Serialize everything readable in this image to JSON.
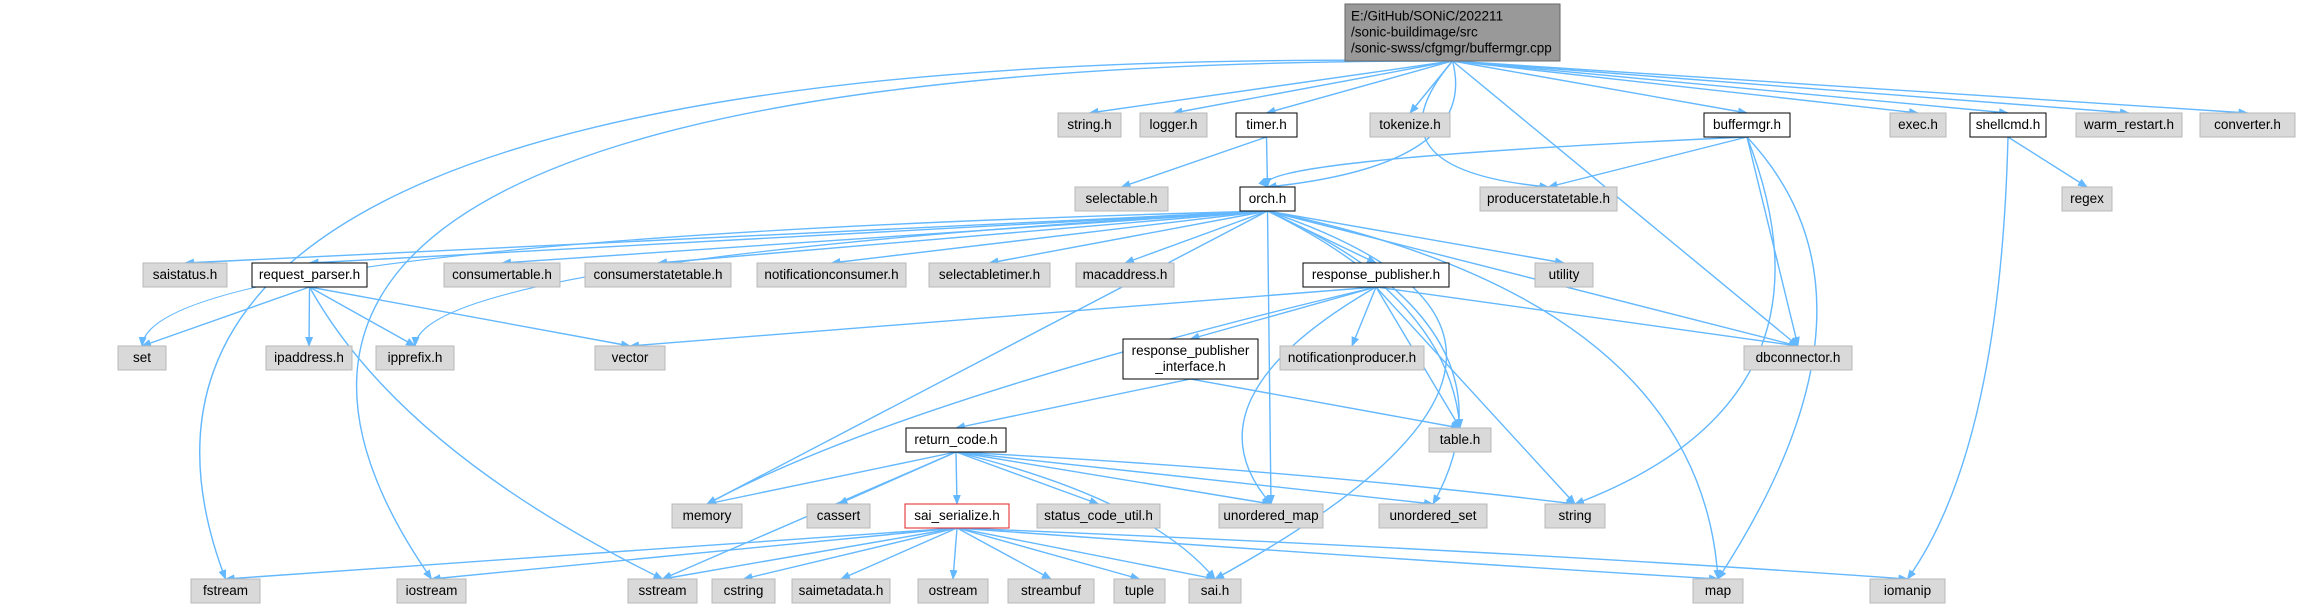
{
  "graph": {
    "root": {
      "label_lines": [
        "E:/GitHub/SONiC/202211",
        "/sonic-buildimage/src",
        "/sonic-swss/cfgmgr/buffermgr.cpp"
      ]
    },
    "nodes": [
      {
        "id": "string_h",
        "label": "string.h",
        "style": "gray"
      },
      {
        "id": "logger_h",
        "label": "logger.h",
        "style": "gray"
      },
      {
        "id": "timer_h",
        "label": "timer.h",
        "style": "white"
      },
      {
        "id": "tokenize_h",
        "label": "tokenize.h",
        "style": "gray"
      },
      {
        "id": "buffermgr_h",
        "label": "buffermgr.h",
        "style": "white"
      },
      {
        "id": "exec_h",
        "label": "exec.h",
        "style": "gray"
      },
      {
        "id": "shellcmd_h",
        "label": "shellcmd.h",
        "style": "white"
      },
      {
        "id": "warm_restart_h",
        "label": "warm_restart.h",
        "style": "gray"
      },
      {
        "id": "converter_h",
        "label": "converter.h",
        "style": "gray"
      },
      {
        "id": "selectable_h",
        "label": "selectable.h",
        "style": "gray"
      },
      {
        "id": "orch_h",
        "label": "orch.h",
        "style": "white"
      },
      {
        "id": "producerstatetable_h",
        "label": "producerstatetable.h",
        "style": "gray"
      },
      {
        "id": "regex",
        "label": "regex",
        "style": "gray"
      },
      {
        "id": "saistatus_h",
        "label": "saistatus.h",
        "style": "gray"
      },
      {
        "id": "request_parser_h",
        "label": "request_parser.h",
        "style": "white"
      },
      {
        "id": "consumertable_h",
        "label": "consumertable.h",
        "style": "gray"
      },
      {
        "id": "consumerstatetable_h",
        "label": "consumerstatetable.h",
        "style": "gray"
      },
      {
        "id": "notificationconsumer_h",
        "label": "notificationconsumer.h",
        "style": "gray"
      },
      {
        "id": "selectabletimer_h",
        "label": "selectabletimer.h",
        "style": "gray"
      },
      {
        "id": "macaddress_h",
        "label": "macaddress.h",
        "style": "gray"
      },
      {
        "id": "response_publisher_h",
        "label": "response_publisher.h",
        "style": "white"
      },
      {
        "id": "utility",
        "label": "utility",
        "style": "gray"
      },
      {
        "id": "set",
        "label": "set",
        "style": "gray"
      },
      {
        "id": "ipaddress_h",
        "label": "ipaddress.h",
        "style": "gray"
      },
      {
        "id": "ipprefix_h",
        "label": "ipprefix.h",
        "style": "gray"
      },
      {
        "id": "vector",
        "label": "vector",
        "style": "gray"
      },
      {
        "id": "response_publisher_interface_h",
        "label": "response_publisher\n_interface.h",
        "style": "white"
      },
      {
        "id": "notificationproducer_h",
        "label": "notificationproducer.h",
        "style": "gray"
      },
      {
        "id": "dbconnector_h",
        "label": "dbconnector.h",
        "style": "gray"
      },
      {
        "id": "return_code_h",
        "label": "return_code.h",
        "style": "white"
      },
      {
        "id": "table_h",
        "label": "table.h",
        "style": "gray"
      },
      {
        "id": "memory",
        "label": "memory",
        "style": "gray"
      },
      {
        "id": "cassert",
        "label": "cassert",
        "style": "gray"
      },
      {
        "id": "sai_serialize_h",
        "label": "sai_serialize.h",
        "style": "red"
      },
      {
        "id": "status_code_util_h",
        "label": "status_code_util.h",
        "style": "gray"
      },
      {
        "id": "unordered_map",
        "label": "unordered_map",
        "style": "gray"
      },
      {
        "id": "unordered_set",
        "label": "unordered_set",
        "style": "gray"
      },
      {
        "id": "string",
        "label": "string",
        "style": "gray"
      },
      {
        "id": "fstream",
        "label": "fstream",
        "style": "gray"
      },
      {
        "id": "iostream",
        "label": "iostream",
        "style": "gray"
      },
      {
        "id": "sstream",
        "label": "sstream",
        "style": "gray"
      },
      {
        "id": "cstring",
        "label": "cstring",
        "style": "gray"
      },
      {
        "id": "saimetadata_h",
        "label": "saimetadata.h",
        "style": "gray"
      },
      {
        "id": "ostream",
        "label": "ostream",
        "style": "gray"
      },
      {
        "id": "streambuf",
        "label": "streambuf",
        "style": "gray"
      },
      {
        "id": "tuple",
        "label": "tuple",
        "style": "gray"
      },
      {
        "id": "sai_h",
        "label": "sai.h",
        "style": "gray"
      },
      {
        "id": "map",
        "label": "map",
        "style": "gray"
      },
      {
        "id": "iomanip",
        "label": "iomanip",
        "style": "gray"
      }
    ],
    "edges": [
      [
        "root",
        "string_h"
      ],
      [
        "root",
        "logger_h"
      ],
      [
        "root",
        "timer_h"
      ],
      [
        "root",
        "tokenize_h"
      ],
      [
        "root",
        "buffermgr_h"
      ],
      [
        "root",
        "exec_h"
      ],
      [
        "root",
        "shellcmd_h"
      ],
      [
        "root",
        "warm_restart_h"
      ],
      [
        "root",
        "converter_h"
      ],
      [
        "root",
        "orch_h"
      ],
      [
        "root",
        "producerstatetable_h"
      ],
      [
        "root",
        "dbconnector_h"
      ],
      [
        "root",
        "fstream"
      ],
      [
        "root",
        "iostream"
      ],
      [
        "timer_h",
        "selectable_h"
      ],
      [
        "timer_h",
        "orch_h"
      ],
      [
        "buffermgr_h",
        "orch_h"
      ],
      [
        "buffermgr_h",
        "producerstatetable_h"
      ],
      [
        "buffermgr_h",
        "dbconnector_h"
      ],
      [
        "buffermgr_h",
        "string"
      ],
      [
        "buffermgr_h",
        "map"
      ],
      [
        "shellcmd_h",
        "regex"
      ],
      [
        "shellcmd_h",
        "iomanip"
      ],
      [
        "orch_h",
        "saistatus_h"
      ],
      [
        "orch_h",
        "request_parser_h"
      ],
      [
        "orch_h",
        "consumertable_h"
      ],
      [
        "orch_h",
        "consumerstatetable_h"
      ],
      [
        "orch_h",
        "notificationconsumer_h"
      ],
      [
        "orch_h",
        "selectabletimer_h"
      ],
      [
        "orch_h",
        "macaddress_h"
      ],
      [
        "orch_h",
        "response_publisher_h"
      ],
      [
        "orch_h",
        "utility"
      ],
      [
        "orch_h",
        "set"
      ],
      [
        "orch_h",
        "ipprefix_h"
      ],
      [
        "orch_h",
        "dbconnector_h"
      ],
      [
        "orch_h",
        "table_h"
      ],
      [
        "orch_h",
        "memory"
      ],
      [
        "orch_h",
        "unordered_map"
      ],
      [
        "orch_h",
        "unordered_set"
      ],
      [
        "orch_h",
        "map"
      ],
      [
        "orch_h",
        "sai_h"
      ],
      [
        "request_parser_h",
        "set"
      ],
      [
        "request_parser_h",
        "ipaddress_h"
      ],
      [
        "request_parser_h",
        "ipprefix_h"
      ],
      [
        "request_parser_h",
        "vector"
      ],
      [
        "request_parser_h",
        "sstream"
      ],
      [
        "response_publisher_h",
        "vector"
      ],
      [
        "response_publisher_h",
        "response_publisher_interface_h"
      ],
      [
        "response_publisher_h",
        "notificationproducer_h"
      ],
      [
        "response_publisher_h",
        "dbconnector_h"
      ],
      [
        "response_publisher_h",
        "table_h"
      ],
      [
        "response_publisher_h",
        "memory"
      ],
      [
        "response_publisher_h",
        "unordered_map"
      ],
      [
        "response_publisher_h",
        "string"
      ],
      [
        "response_publisher_interface_h",
        "return_code_h"
      ],
      [
        "response_publisher_interface_h",
        "table_h"
      ],
      [
        "return_code_h",
        "memory"
      ],
      [
        "return_code_h",
        "cassert"
      ],
      [
        "return_code_h",
        "sai_serialize_h"
      ],
      [
        "return_code_h",
        "status_code_util_h"
      ],
      [
        "return_code_h",
        "unordered_map"
      ],
      [
        "return_code_h",
        "unordered_set"
      ],
      [
        "return_code_h",
        "string"
      ],
      [
        "return_code_h",
        "sstream"
      ],
      [
        "return_code_h",
        "sai_h"
      ],
      [
        "sai_serialize_h",
        "fstream"
      ],
      [
        "sai_serialize_h",
        "iostream"
      ],
      [
        "sai_serialize_h",
        "sstream"
      ],
      [
        "sai_serialize_h",
        "cstring"
      ],
      [
        "sai_serialize_h",
        "saimetadata_h"
      ],
      [
        "sai_serialize_h",
        "ostream"
      ],
      [
        "sai_serialize_h",
        "streambuf"
      ],
      [
        "sai_serialize_h",
        "tuple"
      ],
      [
        "sai_serialize_h",
        "sai_h"
      ],
      [
        "sai_serialize_h",
        "map"
      ],
      [
        "sai_serialize_h",
        "iomanip"
      ]
    ]
  }
}
